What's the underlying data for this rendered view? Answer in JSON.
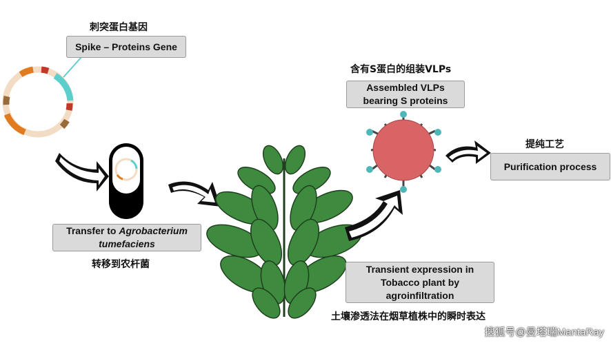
{
  "labels": {
    "gene_cn": "刺突蛋白基因",
    "gene_en": "Spike – Proteins Gene",
    "transfer_en_a": "Transfer to ",
    "transfer_en_b": "Agrobacterium",
    "transfer_en_c": "tumefaciens",
    "transfer_cn": "转移到农杆菌",
    "vlp_cn": "含有S蛋白的组装VLPs",
    "vlp_en_1": "Assembled VLPs",
    "vlp_en_2": "bearing S proteins",
    "purify_cn": "提纯工艺",
    "purify_en": "Purification process",
    "transient_en_1": "Transient expression in",
    "transient_en_2": "Tobacco plant by",
    "transient_en_3": "agroinfiltration",
    "transient_cn": "土壤渗透法在烟草植株中的瞬时表达"
  },
  "watermark": "搜狐号@曼塔瑞MantaRay",
  "colors": {
    "plasmid_ring": "#f3dcc4",
    "plasmid_orange": "#e07b1f",
    "plasmid_teal": "#5ccfcc",
    "plasmid_red": "#c0392b",
    "plasmid_brown": "#9a6b3a",
    "vlp_body": "#d86465",
    "vlp_tip": "#4fb7b7",
    "leaf": "#3e8a3e",
    "box_fill": "#dadada"
  }
}
